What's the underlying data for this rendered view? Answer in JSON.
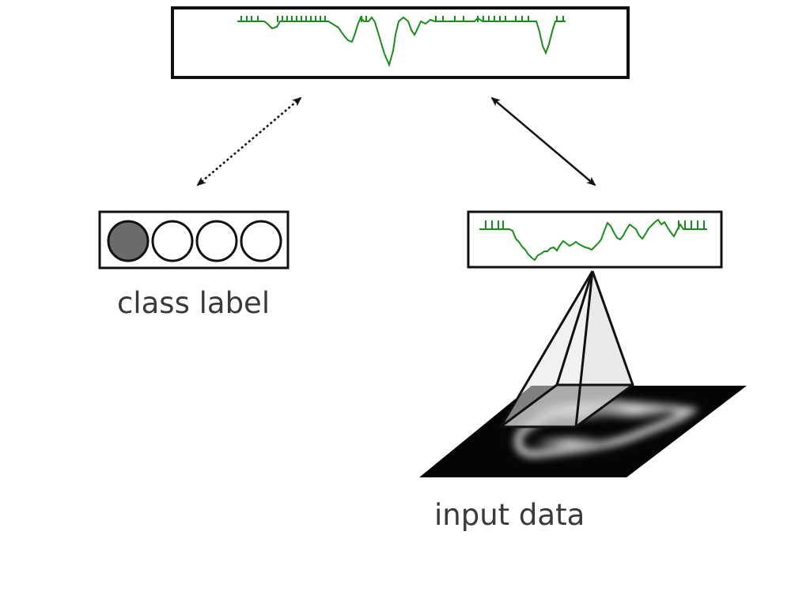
{
  "labels": {
    "class_label": "class label",
    "input_data": "input data"
  },
  "class_label_units": {
    "count": 4,
    "active_index": 0
  },
  "colors": {
    "trace": "#1a8c1a",
    "outline": "#111111",
    "active_unit": "#6b6b6b",
    "caption": "#3a3a3a"
  }
}
